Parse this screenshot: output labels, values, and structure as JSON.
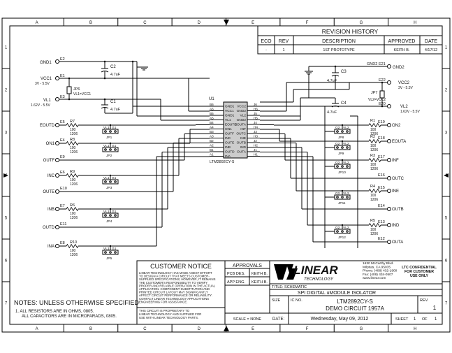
{
  "border": {
    "columns": [
      "A",
      "B",
      "C",
      "D",
      "E",
      "F",
      "G",
      "H"
    ],
    "rows": [
      "1",
      "2",
      "3",
      "4",
      "5",
      "6",
      "7"
    ]
  },
  "revision": {
    "title": "REVISION HISTORY",
    "headers": [
      "ECO",
      "REV",
      "DESCRIPTION",
      "APPROVED",
      "DATE"
    ],
    "row": [
      "-",
      "1",
      "1ST PROTOTYPE",
      "KEITH B.",
      "4/17/12"
    ]
  },
  "ic": {
    "ref": "U1",
    "part": "LTM2892CY-S",
    "left_pins": [
      {
        "num": "B6",
        "name": "GND1"
      },
      {
        "num": "A6",
        "name": "VCC1"
      },
      {
        "num": "B5",
        "name": "GND1"
      },
      {
        "num": "A5",
        "name": "VL1"
      },
      {
        "num": "B4",
        "name": "EOUTD"
      },
      {
        "num": "A4",
        "name": "ON1"
      },
      {
        "num": "B3",
        "name": "OUTF"
      },
      {
        "num": "A3",
        "name": "INC"
      },
      {
        "num": "B2",
        "name": "OUTE"
      },
      {
        "num": "A2",
        "name": "INB"
      },
      {
        "num": "B1",
        "name": "OUTD"
      },
      {
        "num": "A1",
        "name": "INA"
      }
    ],
    "right_pins": [
      {
        "num": "J6",
        "name": "VCC2"
      },
      {
        "num": "H6",
        "name": "GND2"
      },
      {
        "num": "J5",
        "name": "VL2"
      },
      {
        "num": "H5",
        "name": "GND2"
      },
      {
        "num": "J4",
        "name": "EOUTA"
      },
      {
        "num": "H4",
        "name": "INF"
      },
      {
        "num": "J3",
        "name": "OUTC"
      },
      {
        "num": "H3",
        "name": "INE"
      },
      {
        "num": "J2",
        "name": "OUTB"
      },
      {
        "num": "H2",
        "name": "IND"
      },
      {
        "num": "J1",
        "name": "OUTA"
      },
      {
        "num": "H1",
        "name": ""
      }
    ]
  },
  "left_side": {
    "gnd1": {
      "label": "GND1",
      "term": "E2"
    },
    "vcc1": {
      "label": "VCC1",
      "sub": "3V - 5.5V",
      "term": "E1"
    },
    "vl1": {
      "label": "VL1",
      "sub": "1.62V - 5.5V",
      "term": "E3"
    },
    "c2": {
      "ref": "C2",
      "val": "4.7uF"
    },
    "c1": {
      "ref": "C1",
      "val": "4.7uF"
    },
    "jp6": {
      "ref": "JP6",
      "text": "VL1=VCC1"
    },
    "signals": [
      {
        "label": "EOUTD",
        "term": "E5",
        "res": "R7",
        "rv": "100",
        "rs": "1206",
        "jp": "JP1"
      },
      {
        "label": "ON1",
        "term": "E4",
        "res": "R8",
        "rv": "100",
        "rs": "1206",
        "jp": "JP2"
      },
      {
        "label": "OUTF",
        "term": "E9"
      },
      {
        "label": "INC",
        "term": "E6",
        "res": "R9",
        "rv": "100",
        "rs": "1206",
        "jp": "JP3"
      },
      {
        "label": "OUTE",
        "term": "E10"
      },
      {
        "label": "INB",
        "term": "E7",
        "res": "R6",
        "rv": "100",
        "rs": "1206",
        "jp": "JP4"
      },
      {
        "label": "OUTD",
        "term": "E11"
      },
      {
        "label": "INA",
        "term": "E8",
        "res": "R10",
        "rv": "100",
        "rs": "1206",
        "jp": "JP5"
      }
    ],
    "jumper_labels": [
      "VL1",
      "G1"
    ]
  },
  "right_side": {
    "gnd2": {
      "label": "GND2",
      "term": "E21"
    },
    "vcc2": {
      "label": "VCC2",
      "sub": "3V - 5.5V",
      "term": "E22"
    },
    "vl2": {
      "label": "VL2",
      "sub": "1.62V - 5.5V",
      "term": "E20"
    },
    "gnd2_net": "GND2",
    "c3": {
      "ref": "C3",
      "val": "4.7uF"
    },
    "c4": {
      "ref": "C4",
      "val": "4.7uF"
    },
    "jp7": {
      "ref": "JP7",
      "text": "VL2=VCC2"
    },
    "signals": [
      {
        "label": "ON2",
        "term": "E19",
        "res": "R1",
        "rv": "100",
        "rs": "1206",
        "jp": "JP8"
      },
      {
        "label": "EOUTA",
        "term": "E18",
        "res": "R2",
        "rv": "100",
        "rs": "1206",
        "jp": "JP9"
      },
      {
        "label": "INF",
        "term": "E17",
        "res": "R3",
        "rv": "100",
        "rs": "1206",
        "jp": "JP10"
      },
      {
        "label": "OUTC",
        "term": "E16"
      },
      {
        "label": "INE",
        "term": "E15",
        "res": "R4",
        "rv": "100",
        "rs": "1206",
        "jp": "JP11"
      },
      {
        "label": "OUTB",
        "term": "E14"
      },
      {
        "label": "IND",
        "term": "E13",
        "res": "R5",
        "rv": "100",
        "rs": "1206",
        "jp": "JP12"
      },
      {
        "label": "OUTA",
        "term": "E12"
      }
    ],
    "jumper_labels": [
      "G2",
      "VL2"
    ]
  },
  "notes": {
    "title": "NOTES:  UNLESS OTHERWISE SPECIFIED",
    "items": [
      "1.  ALL RESISTORS ARE IN OHMS, 0805.",
      "ALL CAPACITORS ARE IN MICROFARADS, 0805."
    ]
  },
  "customer_notice": {
    "title": "CUSTOMER NOTICE",
    "body": [
      "LINEAR TECHNOLOGY HAS MADE A BEST EFFORT",
      "TO DESIGN A CIRCUIT THAT MEETS CUSTOMER-",
      "SUPPLIED SPECIFICATIONS; HOWEVER, IT REMAINS",
      "THE CUSTOMER'S RESPONSIBILITY TO VERIFY",
      "PROPER AND RELIABLE OPERATION IN THE ACTUAL",
      "APPLICATION. COMPONENT SUBSTITUTION AND",
      "PRINTED CIRCUIT LAYOUT MAY SIGNIFICANTLY",
      "AFFECT CIRCUIT PERFORMANCE OR RELIABILITY.",
      "CONTACT LINEAR TECHNOLOGY APPLICATIONS",
      "ENGINEERING FOR ASSISTANCE."
    ],
    "footer": [
      "THIS CIRCUIT IS PROPRIETARY TO",
      "LINEAR TECHNOLOGY AND SUPPLIED FOR",
      "USE WITH LINEAR TECHNOLOGY PARTS."
    ]
  },
  "approvals": {
    "title": "APPROVALS",
    "rows": [
      [
        "PCB DES.",
        "KEITH B."
      ],
      [
        "APP ENG.",
        "KEITH B."
      ]
    ]
  },
  "title_block": {
    "logo_text": "LINEAR",
    "logo_sub": "TECHNOLOGY",
    "address": [
      "1630 McCarthy Blvd.",
      "Milpitas, CA  95035",
      "Phone: (408) 432-1900",
      "Fax: (408) 434-0507",
      "www.linear.com"
    ],
    "confidential": [
      "LTC CONFIDENTIAL",
      "FOR CUSTOMER",
      "USE ONLY"
    ],
    "title_label": "TITLE: SCHEMATIC",
    "title": "SPI DIGITAL uMODULE ISOLATOR",
    "size_label": "SIZE",
    "ic_label": "IC NO.",
    "ic_no": "LTM2892CY-S",
    "demo": "DEMO CIRCUIT 1957A",
    "rev_label": "REV.",
    "rev": "1",
    "scale": "SCALE = NONE",
    "date_label": "DATE:",
    "date": "Wednesday, May 09, 2012",
    "sheet_label": "SHEET",
    "sheet": "1",
    "of_label": "OF",
    "of": "1"
  }
}
